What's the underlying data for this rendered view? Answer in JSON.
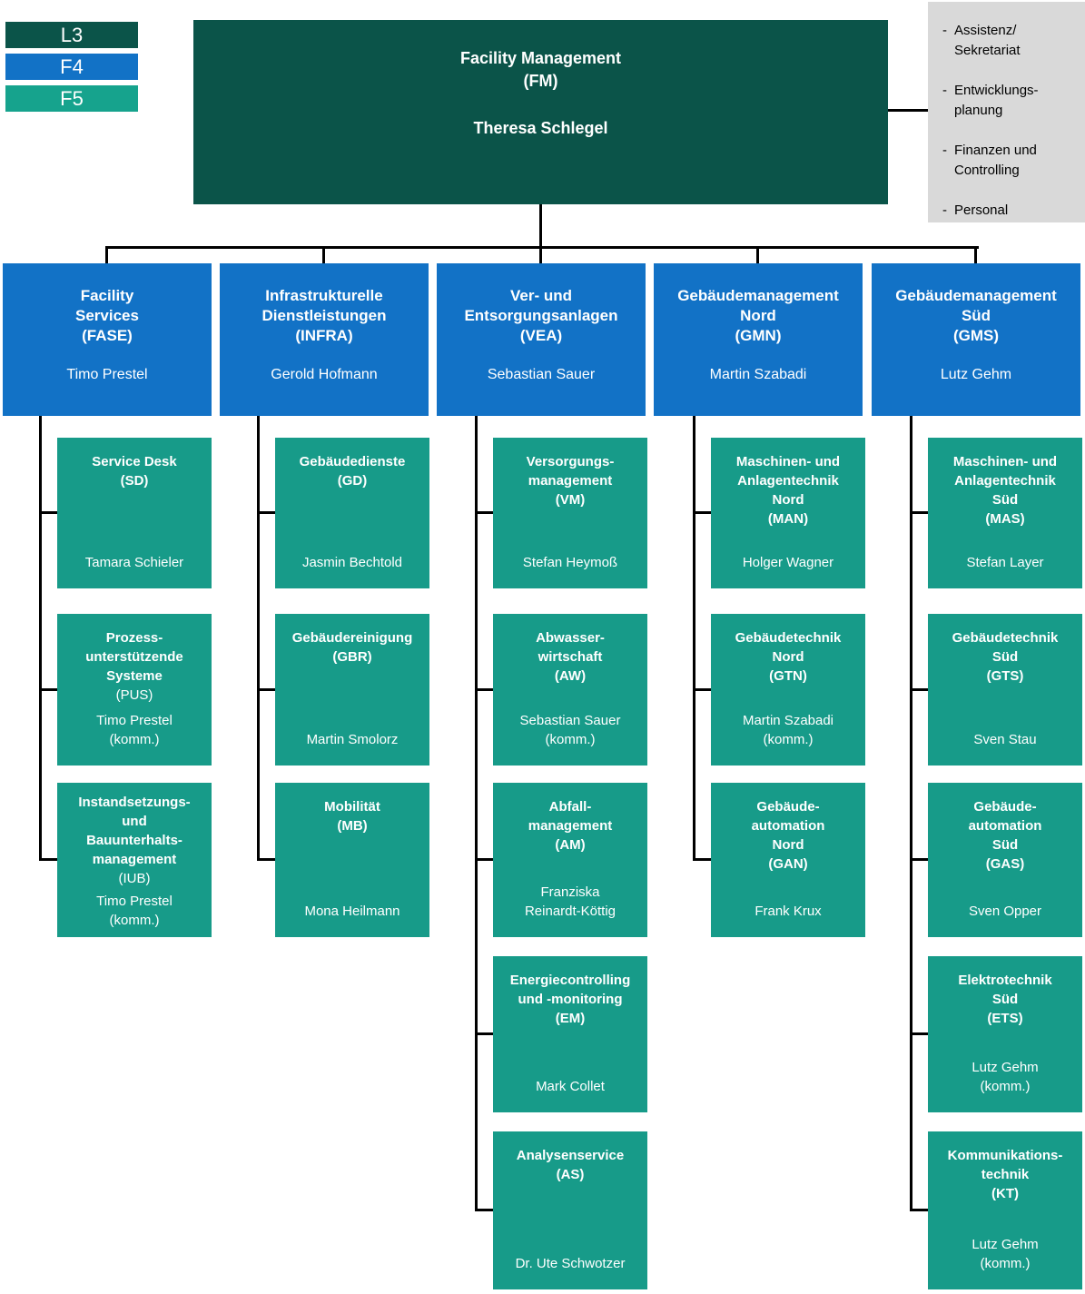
{
  "legend": {
    "items": [
      {
        "label": "L3",
        "color": "#0b5449"
      },
      {
        "label": "F4",
        "color": "#1272c6"
      },
      {
        "label": "F5",
        "color": "#16a38d"
      }
    ]
  },
  "root": {
    "title": "Facility Management\n(FM)",
    "name": "Theresa Schlegel"
  },
  "staff_box": {
    "items": [
      "Assistenz/\nSekretariat",
      "Entwicklungs-\nplanung",
      "Finanzen und\nControlling",
      "Personal"
    ]
  },
  "colors": {
    "l3": "#0b5449",
    "f4": "#1272c6",
    "f5": "#16a38d",
    "child": "#179b89",
    "staff_bg": "#d9d9d9",
    "connector": "#000000"
  },
  "columns": [
    {
      "dept": {
        "title": "Facility\nServices\n(FASE)",
        "name": "Timo Prestel"
      },
      "children": [
        {
          "title": "Service Desk\n(SD)",
          "name": "Tamara Schieler"
        },
        {
          "title": "Prozess-\nunterstützende\nSysteme",
          "subtitle": "(PUS)",
          "name": "Timo Prestel\n(komm.)"
        },
        {
          "title": "Instandsetzungs-\nund\nBauunterhalts-\nmanagement",
          "subtitle": "(IUB)",
          "name": "Timo Prestel\n(komm.)"
        }
      ]
    },
    {
      "dept": {
        "title": "Infrastrukturelle\nDienstleistungen\n(INFRA)",
        "name": "Gerold Hofmann"
      },
      "children": [
        {
          "title": "Gebäudedienste\n(GD)",
          "name": "Jasmin Bechtold"
        },
        {
          "title": "Gebäudereinigung\n(GBR)",
          "name": "Martin Smolorz"
        },
        {
          "title": "Mobilität\n(MB)",
          "name": "Mona Heilmann"
        }
      ]
    },
    {
      "dept": {
        "title": "Ver- und\nEntsorgungsanlagen\n(VEA)",
        "name": "Sebastian Sauer"
      },
      "children": [
        {
          "title": "Versorgungs-\nmanagement\n(VM)",
          "name": "Stefan Heymoß"
        },
        {
          "title": "Abwasser-\nwirtschaft\n(AW)",
          "name": "Sebastian Sauer\n(komm.)"
        },
        {
          "title": "Abfall-\nmanagement\n(AM)",
          "name": "Franziska\nReinardt-Köttig"
        },
        {
          "title": "Energiecontrolling\nund -monitoring\n(EM)",
          "name": "Mark Collet"
        },
        {
          "title": "Analysenservice\n(AS)",
          "name": "Dr. Ute Schwotzer"
        }
      ]
    },
    {
      "dept": {
        "title": "Gebäudemanagement\nNord\n(GMN)",
        "name": "Martin Szabadi"
      },
      "children": [
        {
          "title": "Maschinen- und\nAnlagentechnik\nNord\n(MAN)",
          "name": "Holger Wagner"
        },
        {
          "title": "Gebäudetechnik\nNord\n(GTN)",
          "name": "Martin Szabadi\n(komm.)"
        },
        {
          "title": "Gebäude-\nautomation\nNord\n(GAN)",
          "name": "Frank Krux"
        }
      ]
    },
    {
      "dept": {
        "title": "Gebäudemanagement\nSüd\n(GMS)",
        "name": "Lutz Gehm"
      },
      "children": [
        {
          "title": "Maschinen- und\nAnlagentechnik\nSüd\n(MAS)",
          "name": "Stefan Layer"
        },
        {
          "title": "Gebäudetechnik\nSüd\n(GTS)",
          "name": "Sven Stau"
        },
        {
          "title": "Gebäude-\nautomation\nSüd\n(GAS)",
          "name": "Sven Opper"
        },
        {
          "title": "Elektrotechnik\nSüd\n(ETS)",
          "name": "Lutz Gehm\n(komm.)"
        },
        {
          "title": "Kommunikations-\ntechnik\n(KT)",
          "name": "Lutz Gehm\n(komm.)"
        }
      ]
    }
  ]
}
